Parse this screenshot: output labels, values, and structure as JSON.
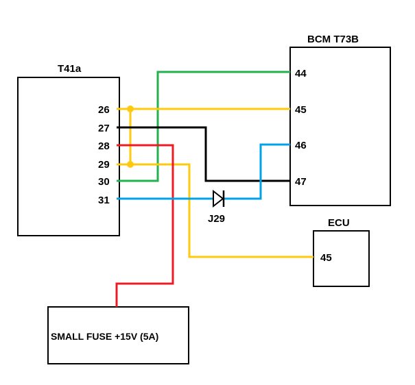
{
  "components": {
    "t41a": {
      "label": "T41a",
      "pins": {
        "p26": "26",
        "p27": "27",
        "p28": "28",
        "p29": "29",
        "p30": "30",
        "p31": "31"
      }
    },
    "bcm": {
      "label": "BCM T73B",
      "pins": {
        "p44": "44",
        "p45": "45",
        "p46": "46",
        "p47": "47"
      }
    },
    "ecu": {
      "label": "ECU",
      "pins": {
        "p45": "45"
      }
    },
    "fuse": {
      "label": "SMALL FUSE +15V (5A)"
    },
    "diode": {
      "label": "J29"
    }
  },
  "wire_colors": {
    "green": "#22b14c",
    "yellow": "#ffc90e",
    "black": "#000000",
    "red": "#ed1c24",
    "blue": "#00a2e8"
  }
}
